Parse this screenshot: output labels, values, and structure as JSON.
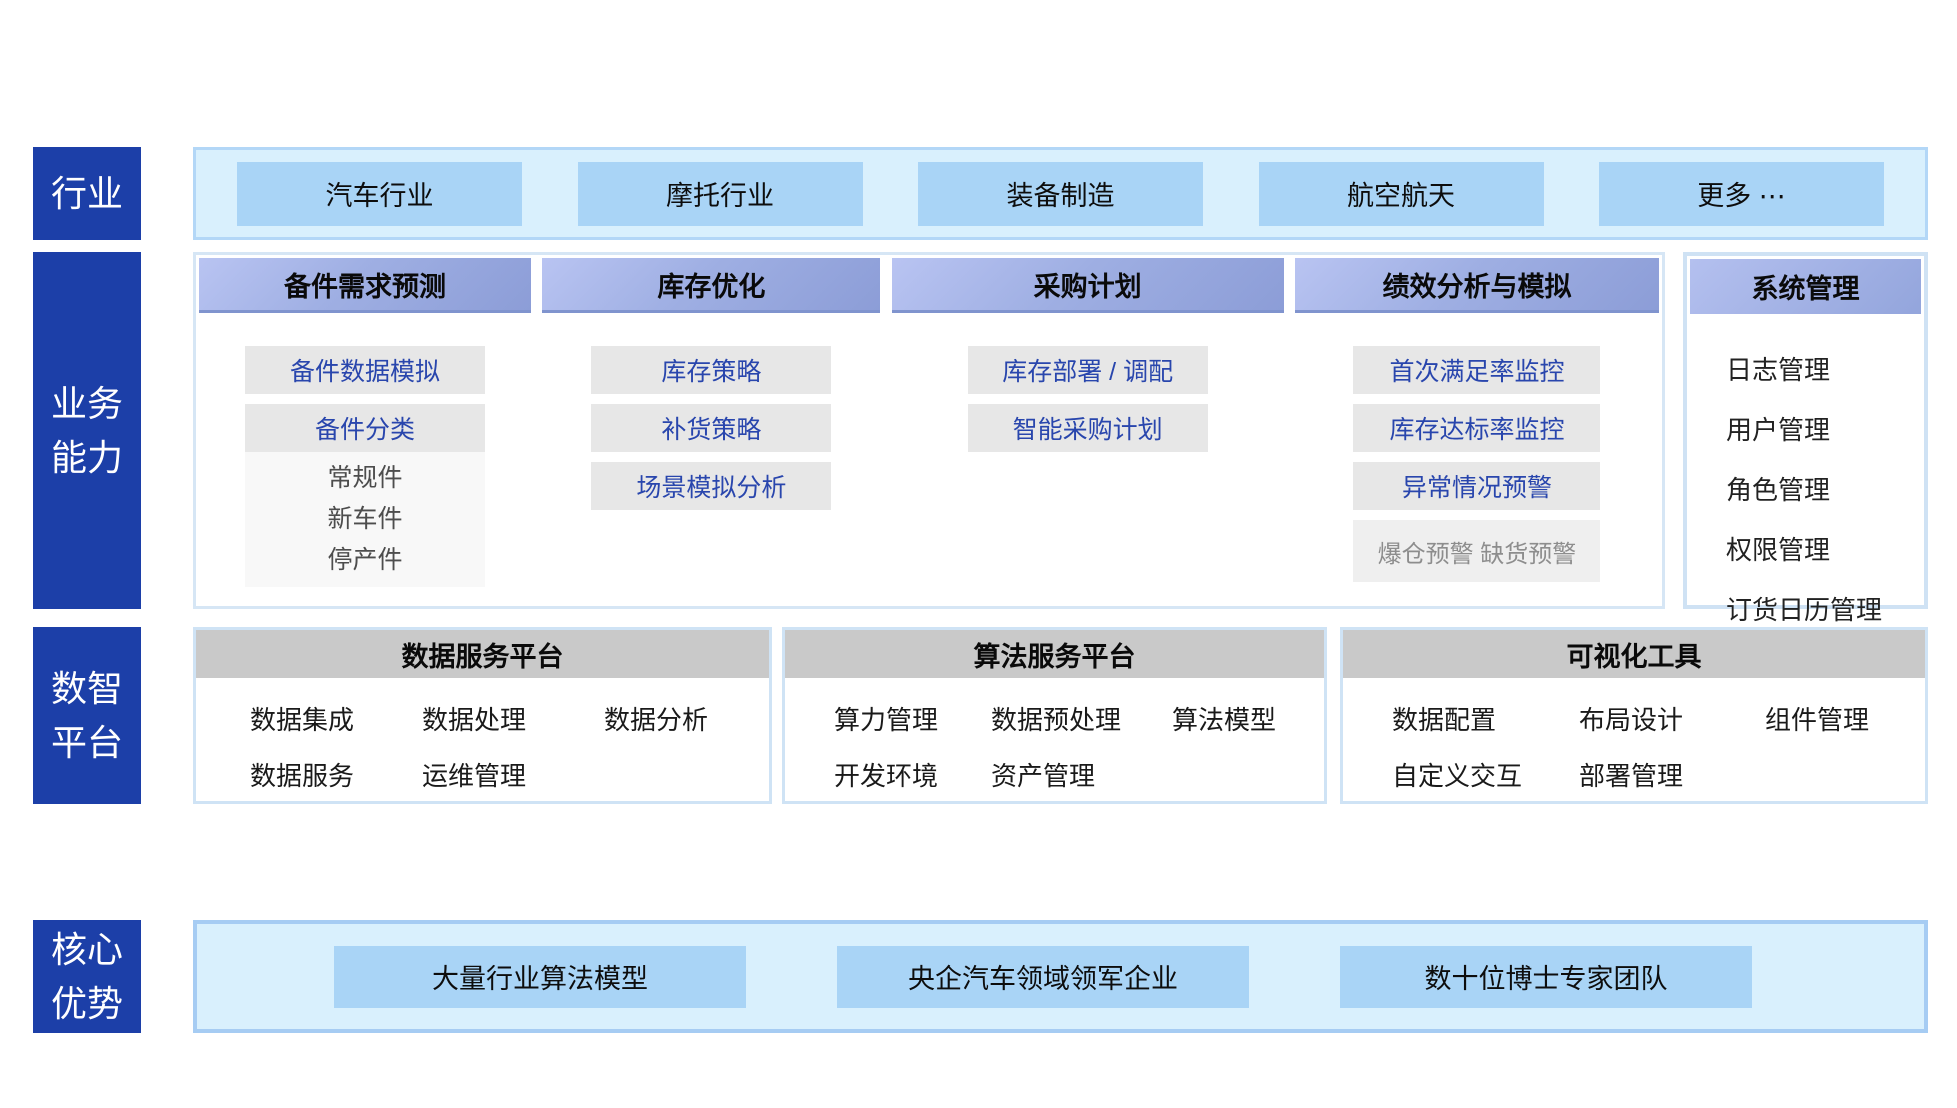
{
  "industry": {
    "label": "行业",
    "items": [
      "汽车行业",
      "摩托行业",
      "装备制造",
      "航空航天",
      "更多 ⋯"
    ]
  },
  "capability": {
    "label_line1": "业务",
    "label_line2": "能力",
    "columns": [
      {
        "header": "备件需求预测",
        "items": [
          "备件数据模拟",
          "备件分类"
        ],
        "sub_items": [
          "常规件",
          "新车件",
          "停产件"
        ]
      },
      {
        "header": "库存优化",
        "items": [
          "库存策略",
          "补货策略",
          "场景模拟分析"
        ]
      },
      {
        "header": "采购计划",
        "items": [
          "库存部署 / 调配",
          "智能采购计划"
        ]
      },
      {
        "header": "绩效分析与模拟",
        "items": [
          "首次满足率监控",
          "库存达标率监控",
          "异常情况预警"
        ],
        "muted_item": "爆仓预警 缺货预警"
      }
    ],
    "system_management": {
      "header": "系统管理",
      "items": [
        "日志管理",
        "用户管理",
        "角色管理",
        "权限管理",
        "订货日历管理"
      ]
    }
  },
  "platform": {
    "label_line1": "数智",
    "label_line2": "平台",
    "boxes": [
      {
        "header": "数据服务平台",
        "items_row1": [
          "数据集成",
          "数据处理",
          "数据分析"
        ],
        "items_row2": [
          "数据服务",
          "运维管理"
        ]
      },
      {
        "header": "算法服务平台",
        "items_row1": [
          "算力管理",
          "数据预处理",
          "算法模型"
        ],
        "items_row2": [
          "开发环境",
          "资产管理"
        ]
      },
      {
        "header": "可视化工具",
        "items_row1": [
          "数据配置",
          "布局设计",
          "组件管理"
        ],
        "items_row2": [
          "自定义交互",
          "部署管理"
        ]
      }
    ]
  },
  "advantage": {
    "label_line1": "核心",
    "label_line2": "优势",
    "items": [
      "大量行业算法模型",
      "央企汽车领域领军企业",
      "数十位博士专家团队"
    ]
  },
  "colors": {
    "label_blue": "#1c3fa8",
    "band_bg": "#d9f0fd",
    "band_border": "#b3d7f7",
    "pill_blue": "#a9d4f6",
    "header_gradient_start": "#b9c4f2",
    "header_gradient_end": "#8c9dd7",
    "item_bg": "#e7e7e7",
    "item_text_blue": "#2946ad",
    "muted_text": "#8d8d8d",
    "platform_header_gray": "#c9c9c9",
    "panel_border": "#d6e6f5"
  }
}
